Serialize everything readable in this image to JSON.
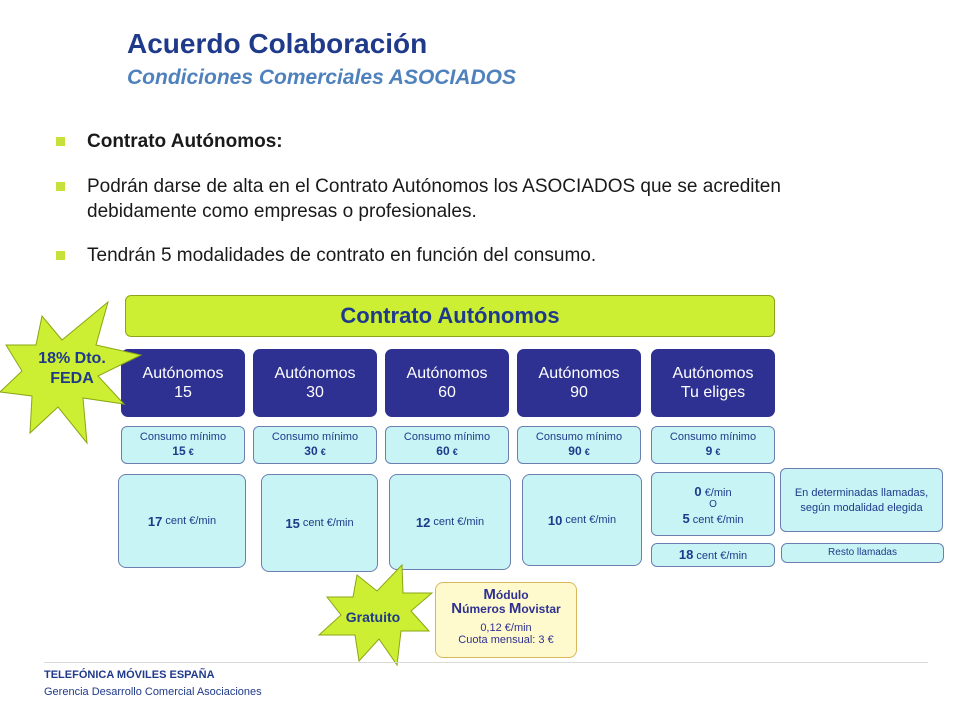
{
  "header": {
    "title": "Acuerdo Colaboración",
    "subtitle": "Condiciones Comerciales ASOCIADOS"
  },
  "bullets": [
    "Contrato Autónomos:",
    "Podrán darse de alta en el Contrato Autónomos los ASOCIADOS  que se acrediten debidamente como empresas o profesionales.",
    "Tendrán 5 modalidades de contrato en función del consumo."
  ],
  "banner": "Contrato Autónomos",
  "badge_discount": {
    "line1": "18% Dto.",
    "line2": "FEDA"
  },
  "badge_free": "Gratuito",
  "plans": [
    {
      "line1": "Autónomos",
      "line2": "15",
      "cons_label": "Consumo mínimo",
      "cons_value": "15",
      "cons_unit": "€",
      "rate_value": "17",
      "rate_unit": "cent  €/min"
    },
    {
      "line1": "Autónomos",
      "line2": "30",
      "cons_label": "Consumo mínimo",
      "cons_value": "30",
      "cons_unit": "€",
      "rate_value": "15",
      "rate_unit": "cent  €/min"
    },
    {
      "line1": "Autónomos",
      "line2": "60",
      "cons_label": "Consumo mínimo",
      "cons_value": "60",
      "cons_unit": "€",
      "rate_value": "12",
      "rate_unit": "cent  €/min"
    },
    {
      "line1": "Autónomos",
      "line2": "90",
      "cons_label": "Consumo mínimo",
      "cons_value": "90",
      "cons_unit": "€",
      "rate_value": "10",
      "rate_unit": "cent  €/min"
    },
    {
      "line1": "Autónomos",
      "line2": "Tu eliges",
      "cons_label": "Consumo mínimo",
      "cons_value": "9",
      "cons_unit": "€"
    }
  ],
  "tu_eliges": {
    "rate_a_value": "0",
    "rate_a_unit": "€/min",
    "or": "O",
    "rate_b_value": "5",
    "rate_b_unit": "cent  €/min",
    "rest_value": "18",
    "rest_unit": "cent  €/min"
  },
  "notes": {
    "special": "En determinadas llamadas, según modalidad elegida",
    "rest": "Resto llamadas"
  },
  "modulo": {
    "m1": "M",
    "t1": "ódulo",
    "m2": "N",
    "t2": "úmeros ",
    "m3": "M",
    "t3": "ovistar",
    "price": "0,12 €/min",
    "fee": "Cuota mensual: 3 €"
  },
  "footer": {
    "company": "TELEFÓNICA MÓVILES ESPAÑA",
    "dept": "Gerencia Desarrollo Comercial Asociaciones"
  }
}
